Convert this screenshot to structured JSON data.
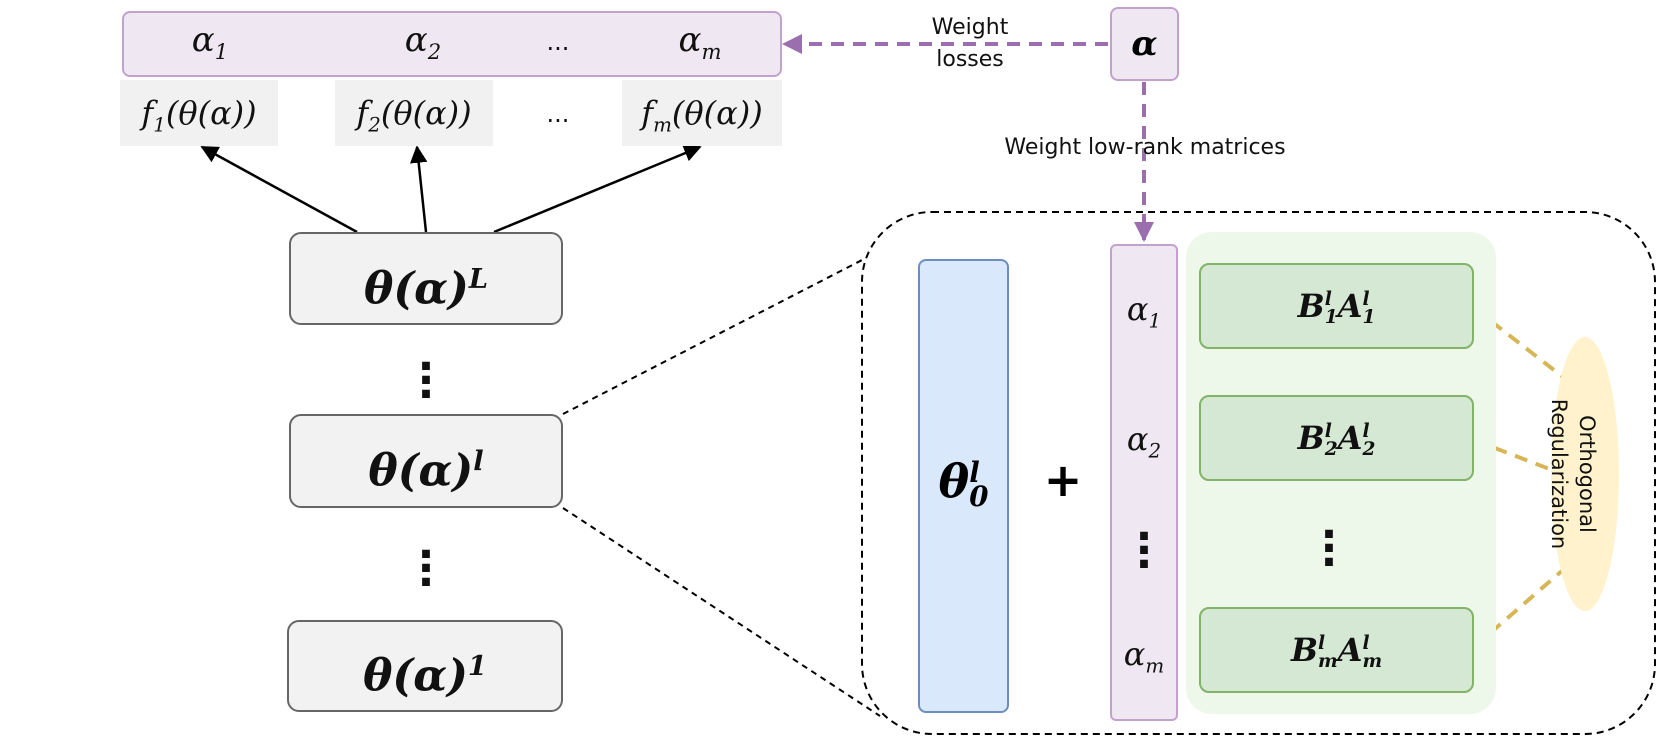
{
  "caption_weight_losses": [
    "Weight",
    "losses"
  ],
  "caption_weight_lowrank": "Weight low-rank matrices",
  "alpha_source": "α",
  "top_alphas": [
    {
      "base": "α",
      "sub": "1"
    },
    {
      "base": "α",
      "sub": "2"
    },
    {
      "base": "α",
      "sub": "m"
    }
  ],
  "top_ellipsis": "...",
  "objectives": [
    {
      "f": "f",
      "sub": "1",
      "arg": "(θ(α))"
    },
    {
      "f": "f",
      "sub": "2",
      "arg": "(θ(α))"
    },
    {
      "f": "f",
      "sub": "m",
      "arg": "(θ(α))"
    }
  ],
  "objectives_ellipsis": "...",
  "layers": [
    {
      "base": "θ(α)",
      "sup": "L"
    },
    {
      "base": "θ(α)",
      "sup": "l"
    },
    {
      "base": "θ(α)",
      "sup": "1"
    }
  ],
  "vdots": "⋮",
  "theta0": {
    "base": "θ",
    "sup": "l",
    "sub": "0"
  },
  "plus": "+",
  "col_alphas": [
    {
      "base": "α",
      "sub": "1"
    },
    {
      "base": "α",
      "sub": "2"
    },
    {
      "base": "α",
      "sub": "m"
    }
  ],
  "lowrank": [
    {
      "b": "B",
      "bsub": "1",
      "a": "A",
      "asub": "1",
      "sup": "l"
    },
    {
      "b": "B",
      "bsub": "2",
      "a": "A",
      "asub": "2",
      "sup": "l"
    },
    {
      "b": "B",
      "bsub": "m",
      "a": "A",
      "asub": "m",
      "sup": "l"
    }
  ],
  "ortho_label": [
    "Orthogonal",
    "Regularization"
  ],
  "colors": {
    "purple": "#9b6fad",
    "lavender": "#efe8f2",
    "blue": "#dae8fc",
    "green": "#d5e8d4",
    "gold": "#d6b656",
    "yellow": "#fff2cc"
  }
}
